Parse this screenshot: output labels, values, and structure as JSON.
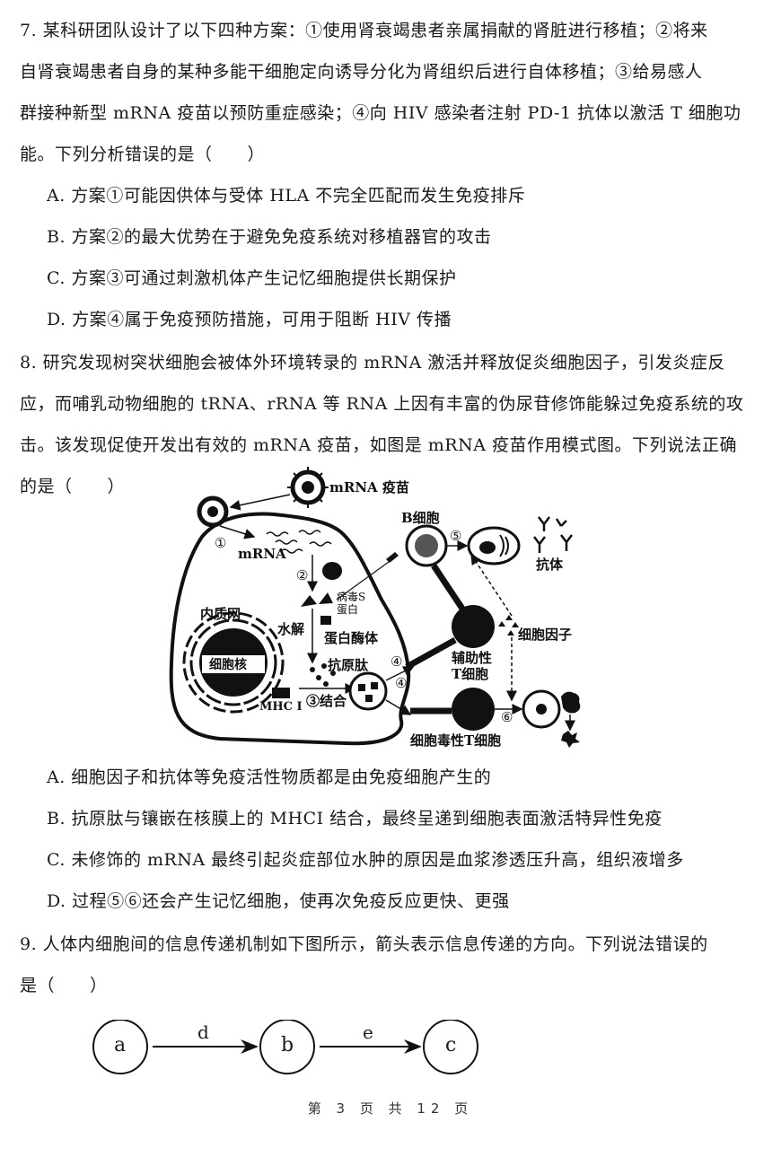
{
  "questions": [
    {
      "number": "7",
      "stem_lines": [
        "7. 某科研团队设计了以下四种方案：①使用肾衰竭患者亲属捐献的肾脏进行移植；②将来",
        "自肾衰竭患者自身的某种多能干细胞定向诱导分化为肾组织后进行自体移植；③给易感人",
        "群接种新型 mRNA 疫苗以预防重症感染；④向 HIV 感染者注射 PD-1 抗体以激活 T 细胞功",
        "能。下列分析错误的是（　　）"
      ],
      "options": [
        "A.  方案①可能因供体与受体 HLA 不完全匹配而发生免疫排斥",
        "B.  方案②的最大优势在于避免免疫系统对移植器官的攻击",
        "C.  方案③可通过刺激机体产生记忆细胞提供长期保护",
        "D.  方案④属于免疫预防措施，可用于阻断 HIV 传播"
      ]
    },
    {
      "number": "8",
      "stem_lines": [
        "8. 研究发现树突状细胞会被体外环境转录的 mRNA 激活并释放促炎细胞因子，引发炎症反",
        "应，而哺乳动物细胞的 tRNA、rRNA 等 RNA 上因有丰富的伪尿苷修饰能躲过免疫系统的攻",
        "击。该发现促使开发出有效的 mRNA 疫苗，如图是 mRNA 疫苗作用模式图。下列说法正确",
        "的是（　　）"
      ],
      "diagram": {
        "labels": {
          "vaccine": "mRNA 疫苗",
          "step1": "①",
          "mrna": "mRNA",
          "step2": "②",
          "virus_s_protein": "病毒S\n蛋白",
          "er": "内质网",
          "hydrolysis": "水解",
          "proteasome": "蛋白酶体",
          "nucleus": "细胞核",
          "antigen_peptide": "抗原肽",
          "step3_bind": "③结合",
          "mhc": "MHC I",
          "step4a": "④",
          "step4b": "④",
          "b_cell": "B细胞",
          "step5": "⑤",
          "antibody": "抗体",
          "cytokine": "细胞因子",
          "helper_t": "辅助性\nT细胞",
          "step6": "⑥",
          "cytotoxic_t": "细胞毒性T细胞"
        }
      },
      "options": [
        "A.  细胞因子和抗体等免疫活性物质都是由免疫细胞产生的",
        "B.  抗原肽与镶嵌在核膜上的 MHCI 结合，最终呈递到细胞表面激活特异性免疫",
        "C.  未修饰的 mRNA 最终引起炎症部位水肿的原因是血浆渗透压升高，组织液增多",
        "D.  过程⑤⑥还会产生记忆细胞，使再次免疫反应更快、更强"
      ]
    },
    {
      "number": "9",
      "stem_lines": [
        "9. 人体内细胞间的信息传递机制如下图所示，箭头表示信息传递的方向。下列说法错误的",
        "是（　　）"
      ],
      "diagram": {
        "nodes": [
          "a",
          "b",
          "c"
        ],
        "edges": [
          "d",
          "e"
        ]
      }
    }
  ],
  "footer": {
    "page_text": "第 3 页 共 12 页"
  }
}
